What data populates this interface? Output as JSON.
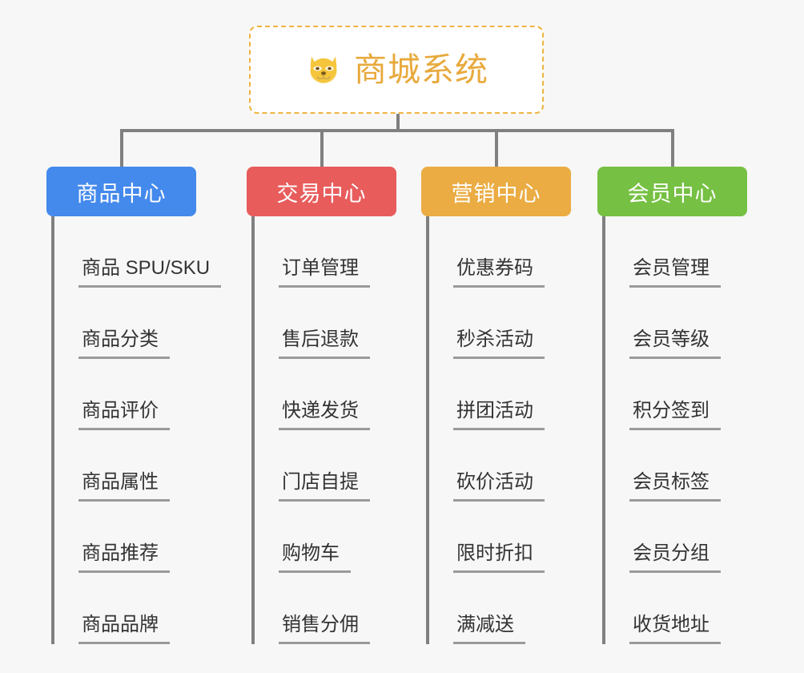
{
  "page": {
    "background_color": "#f7f7f7",
    "diagram_type": "org-chart-mindmap"
  },
  "root": {
    "title": "商城系统",
    "icon": "shiba-dog-face-icon",
    "title_color": "#e8a93c",
    "border_color": "#eeb33f",
    "background_color": "#ffffff"
  },
  "connector": {
    "color": "#808080"
  },
  "branches": [
    {
      "label": "商品中心",
      "color": "#4489ec",
      "text_color": "#ffffff",
      "items": [
        "商品 SPU/SKU",
        "商品分类",
        "商品评价",
        "商品属性",
        "商品推荐",
        "商品品牌"
      ]
    },
    {
      "label": "交易中心",
      "color": "#e85c5c",
      "text_color": "#ffffff",
      "items": [
        "订单管理",
        "售后退款",
        "快递发货",
        "门店自提",
        "购物车",
        "销售分佣"
      ]
    },
    {
      "label": "营销中心",
      "color": "#eaac43",
      "text_color": "#ffffff",
      "items": [
        "优惠券码",
        "秒杀活动",
        "拼团活动",
        "砍价活动",
        "限时折扣",
        "满减送"
      ]
    },
    {
      "label": "会员中心",
      "color": "#76c043",
      "text_color": "#ffffff",
      "items": [
        "会员管理",
        "会员等级",
        "积分签到",
        "会员标签",
        "会员分组",
        "收货地址"
      ]
    }
  ]
}
